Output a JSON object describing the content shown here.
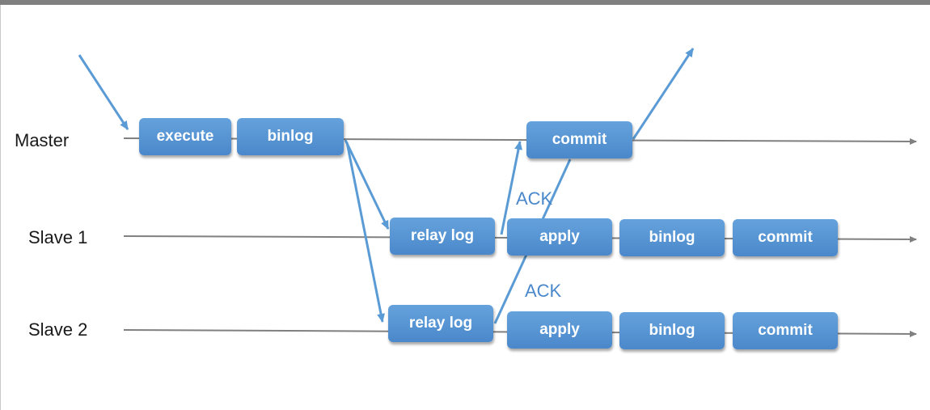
{
  "rows": [
    {
      "label": "Master"
    },
    {
      "label": "Slave 1"
    },
    {
      "label": "Slave 2"
    }
  ],
  "master": {
    "execute": "execute",
    "binlog": "binlog",
    "commit": "commit"
  },
  "slave1": {
    "relay_log": "relay log",
    "apply": "apply",
    "binlog": "binlog",
    "commit": "commit",
    "ack": "ACK"
  },
  "slave2": {
    "relay_log": "relay log",
    "apply": "apply",
    "binlog": "binlog",
    "commit": "commit",
    "ack": "ACK"
  },
  "colors": {
    "box": "#5596d6",
    "arrow": "#5b9bd5",
    "timeline": "#808080",
    "ack_text": "#4a88cb"
  }
}
